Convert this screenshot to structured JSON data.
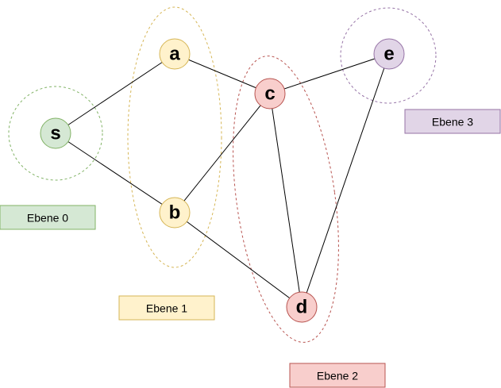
{
  "nodes": {
    "s": {
      "label": "s",
      "fill": "#d5e8d4",
      "stroke": "#82b366"
    },
    "a": {
      "label": "a",
      "fill": "#fff2cc",
      "stroke": "#d6b656"
    },
    "b": {
      "label": "b",
      "fill": "#fff2cc",
      "stroke": "#d6b656"
    },
    "c": {
      "label": "c",
      "fill": "#f8cecc",
      "stroke": "#b85450"
    },
    "d": {
      "label": "d",
      "fill": "#f8cecc",
      "stroke": "#b85450"
    },
    "e": {
      "label": "e",
      "fill": "#e1d5e7",
      "stroke": "#9673a6"
    }
  },
  "edges": [
    [
      "s",
      "a"
    ],
    [
      "s",
      "b"
    ],
    [
      "a",
      "c"
    ],
    [
      "b",
      "c"
    ],
    [
      "b",
      "d"
    ],
    [
      "c",
      "d"
    ],
    [
      "c",
      "e"
    ],
    [
      "e",
      "d"
    ]
  ],
  "levels": [
    {
      "label": "Ebene 0",
      "fill": "#d5e8d4",
      "stroke": "#82b366"
    },
    {
      "label": "Ebene 1",
      "fill": "#fff2cc",
      "stroke": "#d6b656"
    },
    {
      "label": "Ebene 2",
      "fill": "#f8cecc",
      "stroke": "#b85450"
    },
    {
      "label": "Ebene 3",
      "fill": "#e1d5e7",
      "stroke": "#9673a6"
    }
  ]
}
